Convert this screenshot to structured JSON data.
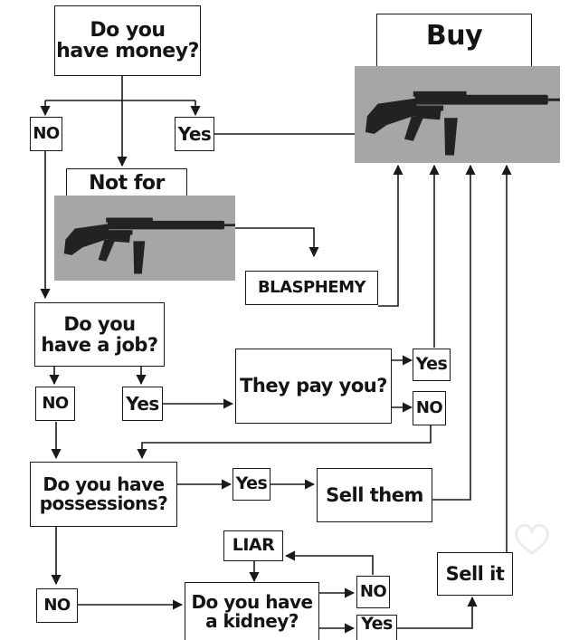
{
  "nodes": {
    "q_money": "Do you\nhave money?",
    "buy": "Buy",
    "no_money": "NO",
    "yes_money": "Yes",
    "not_for": "Not for",
    "blasphemy": "BLASPHEMY",
    "q_job": "Do you\nhave a job?",
    "no_job": "NO",
    "yes_job": "Yes",
    "q_pay": "They pay you?",
    "yes_pay": "Yes",
    "no_pay": "NO",
    "q_possessions": "Do you have\npossessions?",
    "yes_possessions": "Yes",
    "sell_them": "Sell them",
    "liar": "LIAR",
    "sell_it": "Sell it",
    "no_possessions": "NO",
    "q_kidney": "Do you have\na kidney?",
    "no_kidney": "NO",
    "yes_kidney": "Yes"
  },
  "images": {
    "buy_image": "rifle-photo",
    "not_for_image": "rifle-photo"
  },
  "colors": {
    "line": "#1a1a1a",
    "photo_background": "#a6a6a6",
    "rifle": "#222222"
  }
}
